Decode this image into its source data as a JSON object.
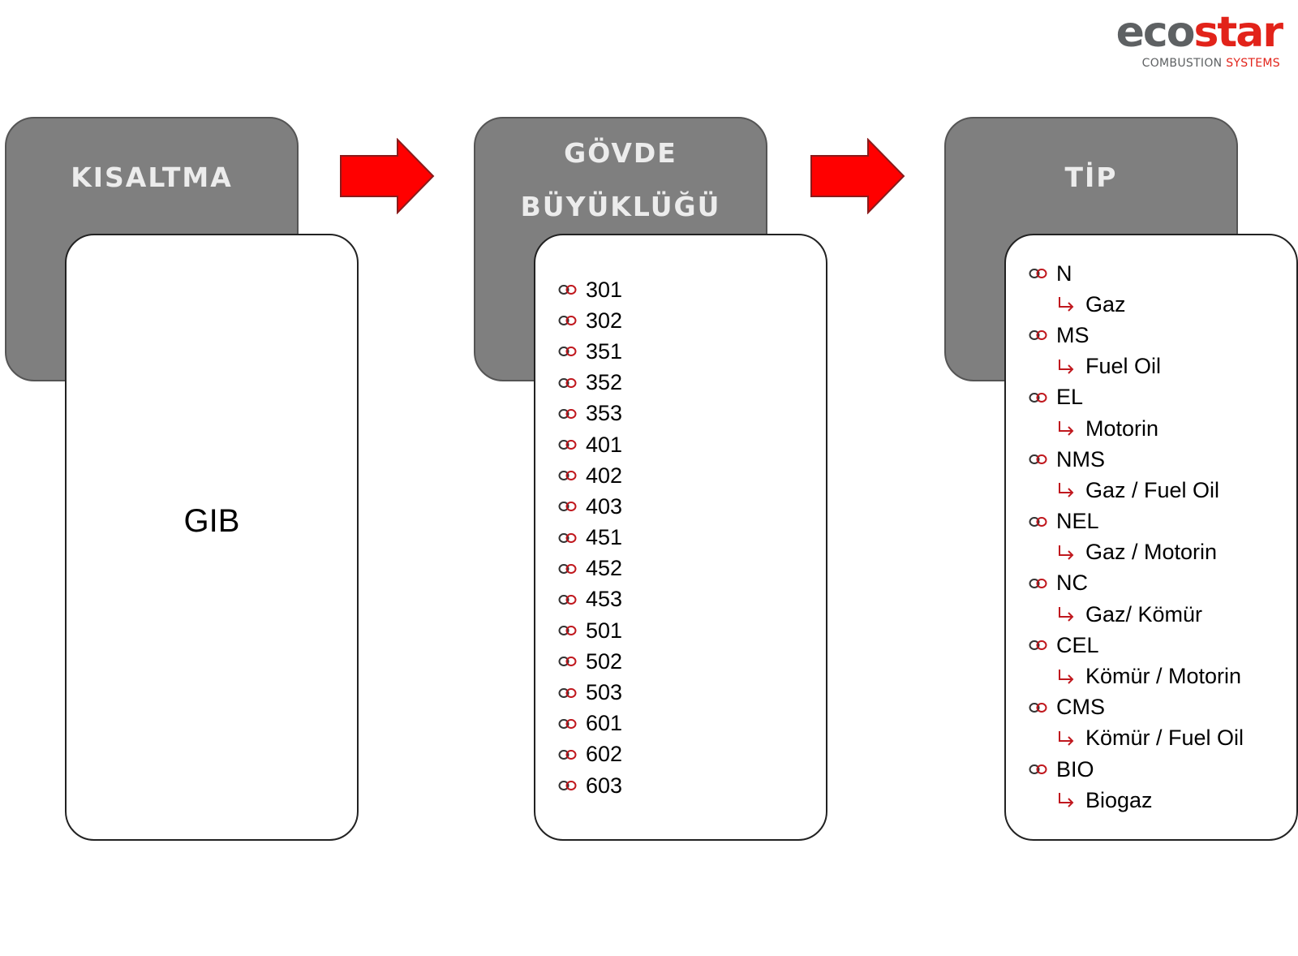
{
  "logo": {
    "word_left": "eco",
    "word_right": "star",
    "sub_left": "COMBUSTION ",
    "sub_right": "SYSTEMS"
  },
  "colors": {
    "header_fill": "#7f7f7f",
    "arrow": "#ff0000",
    "accent": "#c0181e"
  },
  "columns": [
    {
      "title_lines": [
        "KISALTMA"
      ],
      "value": "GIB"
    },
    {
      "title_lines": [
        "GÖVDE",
        "BÜYÜKLÜĞÜ"
      ],
      "items": [
        "301",
        "302",
        "351",
        "352",
        "353",
        "401",
        "402",
        "403",
        "451",
        "452",
        "453",
        "501",
        "502",
        "503",
        "601",
        "602",
        "603"
      ]
    },
    {
      "title_lines": [
        "TİP"
      ],
      "items": [
        {
          "code": "N",
          "fuel": "Gaz"
        },
        {
          "code": "MS",
          "fuel": "Fuel Oil"
        },
        {
          "code": "EL",
          "fuel": "Motorin"
        },
        {
          "code": "NMS",
          "fuel": "Gaz / Fuel Oil"
        },
        {
          "code": "NEL",
          "fuel": "Gaz / Motorin"
        },
        {
          "code": "NC",
          "fuel": "Gaz/ Kömür"
        },
        {
          "code": "CEL",
          "fuel": "Kömür / Motorin"
        },
        {
          "code": "CMS",
          "fuel": "Kömür / Fuel Oil"
        },
        {
          "code": "BIO",
          "fuel": "Biogaz"
        }
      ]
    }
  ]
}
